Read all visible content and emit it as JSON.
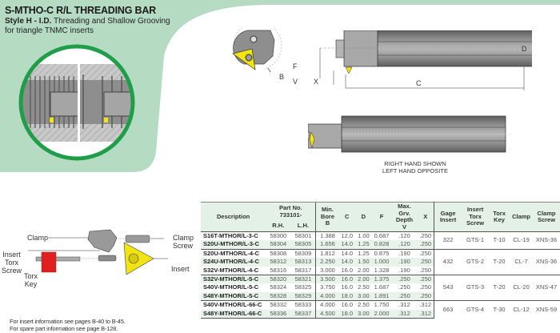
{
  "header": {
    "title": "S-MTHO-C R/L THREADING BAR",
    "subtitle_style": "Style H - I.D.",
    "subtitle_rest": " Threading and Shallow Grooving",
    "subtitle_line2": "for triangle TNMC inserts"
  },
  "diagram_labels": {
    "B": "B",
    "C": "C",
    "D": "D",
    "F": "F",
    "V": "V",
    "X": "X",
    "right_hand": "RIGHT HAND SHOWN",
    "left_hand": "LEFT HAND OPPOSITE"
  },
  "parts_labels": {
    "clamp": "Clamp",
    "clamp_screw_1": "Clamp",
    "clamp_screw_2": "Screw",
    "insert_torx_1": "Insert",
    "insert_torx_2": "Torx",
    "insert_torx_3": "Screw",
    "torx_key_1": "Torx",
    "torx_key_2": "Key",
    "insert": "Insert"
  },
  "notes": {
    "line1": "For insert information see pages B-40 to B-45.",
    "line2": "For spare part information see page B-128."
  },
  "colors": {
    "green_panel": "#b5dcc2",
    "ring_green": "#1f9e4a",
    "insert_yellow": "#f2e313",
    "torx_key_red": "#e02020",
    "table_header_bg": "#e3f1e7"
  },
  "table": {
    "headers": {
      "description": "Description",
      "part_no": "Part No. 733101-",
      "rh": "R.H.",
      "lh": "L.H.",
      "min_bore": "Min. Bore B",
      "c": "C",
      "d": "D",
      "f": "F",
      "max_grv": "Max. Grv. Depth V",
      "x": "X",
      "gage_insert": "Gage Insert",
      "insert_torx_screw": "Insert Torx Screw",
      "torx_key": "Torx Key",
      "clamp": "Clamp",
      "clamp_screw": "Clamp Screw"
    },
    "rows": [
      {
        "desc": "S16T-MTHOR/L-3-C",
        "rh": "58300",
        "lh": "58301",
        "b": "1.388",
        "c": "12.0",
        "d": "1.00",
        "f": "0.687",
        "v": ".120",
        "x": ".250"
      },
      {
        "desc": "S20U-MTHOR/L-3-C",
        "rh": "58304",
        "lh": "58305",
        "b": "1.656",
        "c": "14.0",
        "d": "1.25",
        "f": "0.828",
        "v": ".120",
        "x": ".250"
      },
      {
        "desc": "S20U-MTHOR/L-4-C",
        "rh": "58308",
        "lh": "58309",
        "b": "1.812",
        "c": "14.0",
        "d": "1.25",
        "f": "0.875",
        "v": ".190",
        "x": ".250"
      },
      {
        "desc": "S24U-MTHOR/L-4-C",
        "rh": "58312",
        "lh": "58313",
        "b": "2.250",
        "c": "14.0",
        "d": "1.50",
        "f": "1.000",
        "v": ".190",
        "x": ".250"
      },
      {
        "desc": "S32V-MTHOR/L-4-C",
        "rh": "58316",
        "lh": "58317",
        "b": "3.000",
        "c": "16.0",
        "d": "2.00",
        "f": "1.328",
        "v": ".190",
        "x": ".250"
      },
      {
        "desc": "S32V-MTHOR/L-5-C",
        "rh": "58320",
        "lh": "58321",
        "b": "3.500",
        "c": "16.0",
        "d": "2.00",
        "f": "1.375",
        "v": ".250",
        "x": ".250"
      },
      {
        "desc": "S40V-MTHOR/L-5-C",
        "rh": "58324",
        "lh": "58325",
        "b": "3.750",
        "c": "16.0",
        "d": "2.50",
        "f": "1.687",
        "v": ".250",
        "x": ".250"
      },
      {
        "desc": "S48Y-MTHOR/L-5-C",
        "rh": "58328",
        "lh": "58329",
        "b": "4.000",
        "h": "",
        "c": "18.0",
        "d": "3.00",
        "f": "1.891",
        "v": ".250",
        "x": ".250"
      },
      {
        "desc": "S40V-MTHOR/L-66-C",
        "rh": "58332",
        "lh": "58333",
        "b": "4.000",
        "c": "16.0",
        "d": "2.50",
        "f": "1.750",
        "v": ".312",
        "x": ".312"
      },
      {
        "desc": "S48Y-MTHOR/L-66-C",
        "rh": "58336",
        "lh": "58337",
        "b": "4.500",
        "c": "18.0",
        "d": "3.00",
        "f": "2.000",
        "v": ".312",
        "x": ".312"
      }
    ],
    "groups": [
      {
        "gage": "322",
        "screw": "GTS-1",
        "key": "T-10",
        "clamp": "CL-19",
        "clamp_screw": "XNS-36"
      },
      {
        "gage": "432",
        "screw": "GTS-2",
        "key": "T-20",
        "clamp": "CL-7",
        "clamp_screw": "XNS-36"
      },
      {
        "gage": "543",
        "screw": "GTS-3",
        "key": "T-20",
        "clamp": "CL-20",
        "clamp_screw": "XNS-47"
      },
      {
        "gage": "663",
        "screw": "GTS-4",
        "key": "T-30",
        "clamp": "CL-12",
        "clamp_screw": "XNS-59"
      }
    ]
  }
}
